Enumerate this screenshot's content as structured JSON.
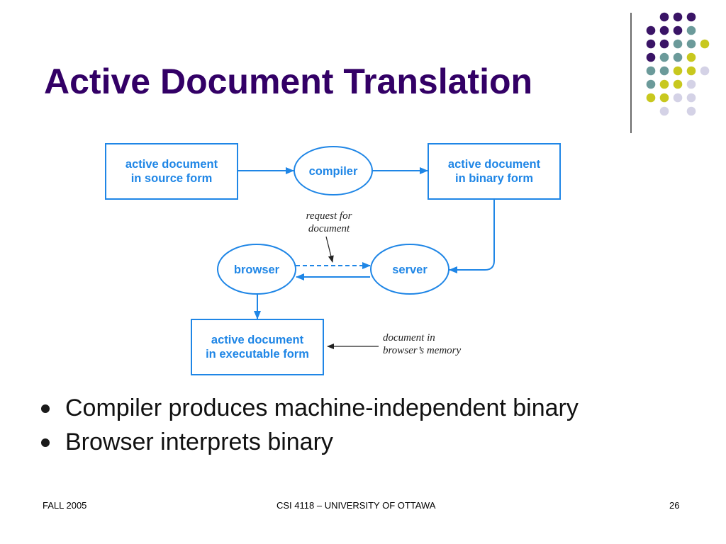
{
  "slide": {
    "title": "Active Document Translation",
    "colors": {
      "title": "#330066",
      "diagram": "#1f86e6",
      "purple": "#3a1466",
      "teal": "#6b9a9a",
      "olive": "#c8c81e",
      "lavender": "#d4d2e6"
    }
  },
  "diagram": {
    "nodes": {
      "source": [
        "active document",
        "in source form"
      ],
      "compiler": "compiler",
      "binary": [
        "active document",
        "in binary form"
      ],
      "browser": "browser",
      "server": "server",
      "executable": [
        "active document",
        "in executable form"
      ]
    },
    "notes": {
      "request": [
        "request for",
        "document"
      ],
      "memory": [
        "document in",
        "browser’s memory"
      ]
    }
  },
  "bullets": [
    {
      "text": "Compiler produces machine-independent binary"
    },
    {
      "text": "Browser interprets binary"
    }
  ],
  "footer": {
    "left": "FALL 2005",
    "center": "CSI 4118 – UNIVERSITY OF OTTAWA",
    "page": "26"
  },
  "decoration": {
    "dot_grid_icon": "dot-grid-icon"
  }
}
